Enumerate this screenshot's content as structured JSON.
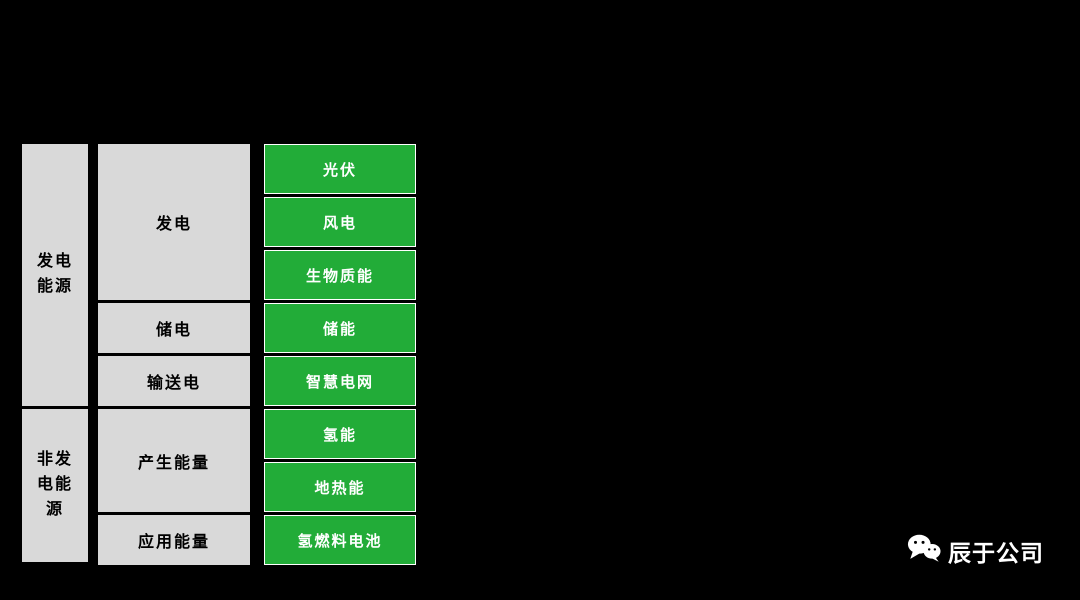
{
  "diagram": {
    "categories": [
      {
        "label": "发电\n能源"
      },
      {
        "label": "非发\n电能\n源"
      }
    ],
    "functions": [
      {
        "label": "发电"
      },
      {
        "label": "储电"
      },
      {
        "label": "输送电"
      },
      {
        "label": "产生能量"
      },
      {
        "label": "应用能量"
      }
    ],
    "technologies": [
      {
        "label": "光伏"
      },
      {
        "label": "风电"
      },
      {
        "label": "生物质能"
      },
      {
        "label": "储能"
      },
      {
        "label": "智慧电网"
      },
      {
        "label": "氢能"
      },
      {
        "label": "地热能"
      },
      {
        "label": "氢燃料电池"
      }
    ],
    "colors": {
      "green": "#22AC38",
      "gray": "#D9D9D9",
      "background": "#000000",
      "text_on_green": "#FFFFFF",
      "text_on_gray": "#000000"
    }
  },
  "footer": {
    "brand": "辰于公司",
    "logo": "wechat-icon"
  }
}
